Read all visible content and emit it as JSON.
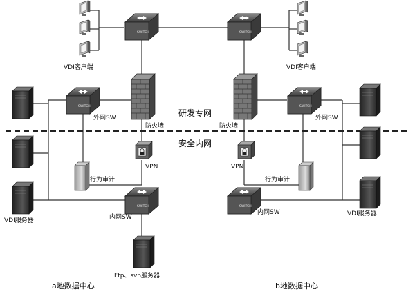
{
  "zones": {
    "upper": "研发专网",
    "lower": "安全内网"
  },
  "labels": {
    "vdi_client_left": "VDI客户端",
    "vdi_client_right": "VDI客户端",
    "firewall_left": "防火墙",
    "firewall_right": "防火墙",
    "ext_sw_left": "外网SW",
    "ext_sw_right": "外网SW",
    "vpn_left": "VPN",
    "vpn_right": "VPN",
    "audit_left": "行为审计",
    "audit_right": "行为审计",
    "int_sw_left": "内网SW",
    "int_sw_right": "内网SW",
    "vdi_server_left": "VDI服务器",
    "vdi_server_right": "VDI服务器",
    "ftp_server": "Ftp、svn服务器",
    "datacenter_a": "a地数据中心",
    "datacenter_b": "b地数据中心"
  },
  "icons": {
    "switch": "switch-icon",
    "firewall": "firewall-icon",
    "vpn": "vpn-icon",
    "server": "server-tower-icon",
    "monitor": "monitor-icon"
  },
  "colors": {
    "line": "#333333",
    "switch_body": "#4a4a4a",
    "server_body": "#3a3a3a",
    "firewall_brick": "#6b6b6b",
    "background": "#ffffff"
  }
}
